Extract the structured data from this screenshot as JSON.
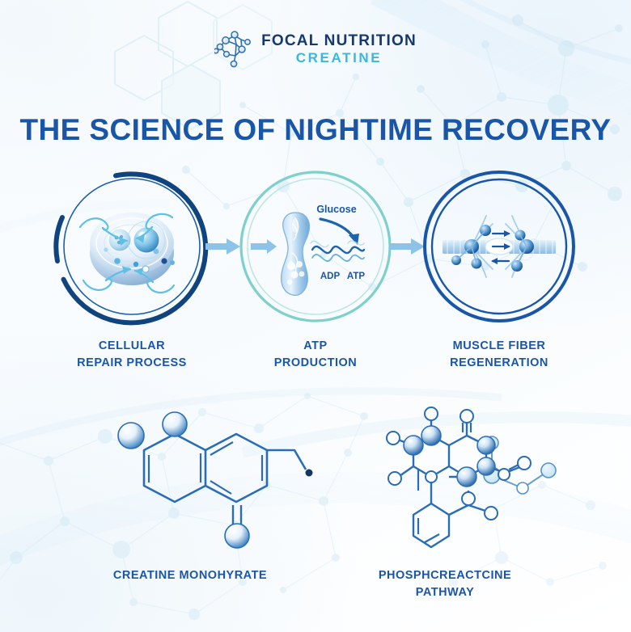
{
  "brand": {
    "line1": "FOCAL NUTRITION",
    "line2": "CREATINE",
    "logo_icon": "molecule-icon",
    "color_navy": "#15386e",
    "color_cyan": "#3bb7de"
  },
  "title": "THE SCIENCE OF NIGHTIME RECOVERY",
  "colors": {
    "title_blue": "#1a56a8",
    "ring_navy": "#1a4f96",
    "ring_teal": "#7ed0cc",
    "arrow_blue": "#8dc3e8",
    "molecule_blue": "#2a6cb5",
    "background": "#ffffff"
  },
  "stages": [
    {
      "id": "cellular-repair",
      "label_line1": "CELLULAR",
      "label_line2": "REPAIR PROCESS",
      "icon": "cell-with-inflow-arrows-icon",
      "ring_style": "thin-circle-with-thick-navy-arc"
    },
    {
      "id": "atp-production",
      "label_line1": "ATP",
      "label_line2": "PRODUCTION",
      "icon": "mitochondrion-icon",
      "ring_style": "double-teal-circle",
      "inner_labels": {
        "glucose": "Glucose",
        "adp": "ADP",
        "atp": "ATP"
      }
    },
    {
      "id": "muscle-fiber-regeneration",
      "label_line1": "MUSCLE FIBER",
      "label_line2": "REGENERATION",
      "icon": "muscle-fiber-nodes-icon",
      "ring_style": "double-navy-circle"
    }
  ],
  "connectors": [
    {
      "id": "connector-1",
      "icon": "arrow-right-icon"
    },
    {
      "id": "connector-2",
      "icon": "arrow-right-icon"
    }
  ],
  "molecules": [
    {
      "id": "creatine-monohydrate",
      "icon": "bicyclic-molecule-icon",
      "label_line1": "CREATINE MONOHYRATE",
      "label_line2": ""
    },
    {
      "id": "phosphocreatine-pathway",
      "icon": "multiring-molecule-icon",
      "label_line1": "PHOSPHCREACTCINE",
      "label_line2": "PATHWAY"
    }
  ]
}
